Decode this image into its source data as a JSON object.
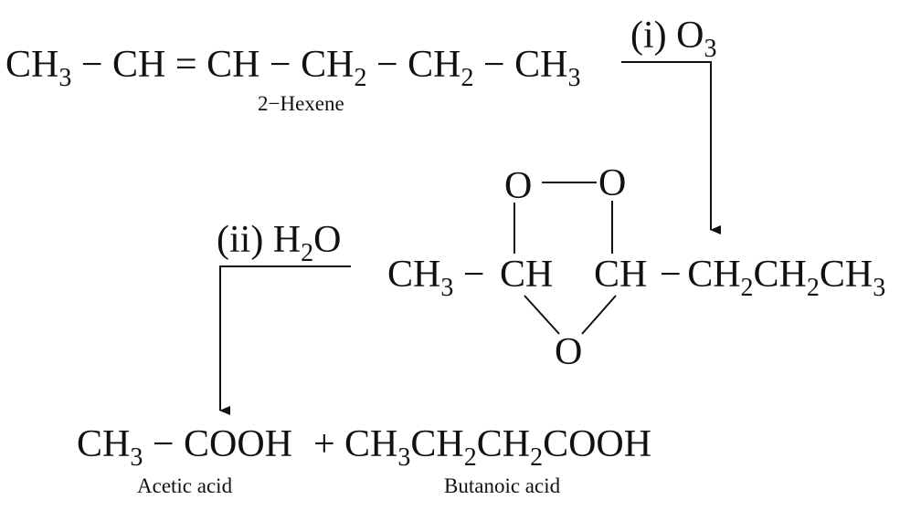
{
  "reactant": {
    "formula_parts": [
      "CH",
      "3",
      " − CH = CH − CH",
      "2",
      " − CH",
      "2",
      " − CH",
      "3"
    ],
    "name": "2−Hexene"
  },
  "step1": {
    "reagent": "(i) O",
    "reagent_sub": "3"
  },
  "ozonide": {
    "ring_o_left": "O",
    "ring_o_right": "O",
    "ring_o_bottom": "O",
    "left_group": [
      "CH",
      "3",
      " −"
    ],
    "left_ch": "CH",
    "right_ch": "CH",
    "right_group": [
      "−",
      " CH",
      "2",
      "CH",
      "2",
      "CH",
      "3"
    ]
  },
  "step2": {
    "reagent": "(ii) H",
    "reagent_sub": "2",
    "reagent_tail": "O"
  },
  "products": {
    "left": [
      "CH",
      "3",
      " − COOH"
    ],
    "plus": "+",
    "right": [
      "CH",
      "3",
      "CH",
      "2",
      "CH",
      "2",
      "COOH"
    ],
    "left_name": "Acetic acid",
    "right_name": "Butanoic acid"
  },
  "colors": {
    "ink": "#111111",
    "background": "#ffffff"
  }
}
